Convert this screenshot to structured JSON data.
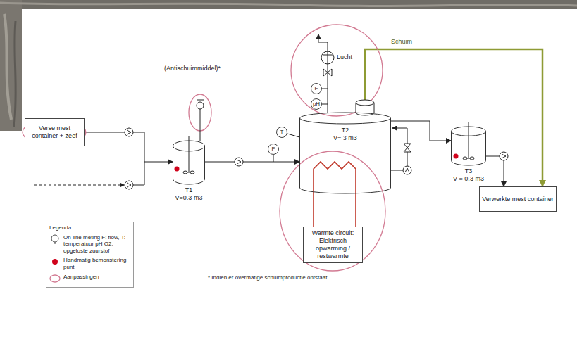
{
  "diagram": {
    "nodes": [
      {
        "text": [
          "Verse mest container + zeef"
        ]
      },
      {
        "text": [
          "T1",
          "V=0.3 m3"
        ]
      },
      {
        "text": [
          "F"
        ]
      },
      {
        "text": [
          "T"
        ]
      },
      {
        "text": [
          "F"
        ]
      },
      {
        "text": [
          "pH"
        ]
      },
      {
        "text": [
          "T2",
          "V= 3 m3"
        ]
      },
      {
        "text": [
          "Warmte circuit: Elektrisch opwarming / restwarmte"
        ]
      },
      {
        "text": [
          "T3",
          "V = 0.3 m3"
        ]
      },
      {
        "text": [
          "Verwerkte mest container"
        ]
      }
    ],
    "edges": [
      {
        "from": 0,
        "to": 1,
        "arrow": "to"
      },
      {
        "from": 1,
        "to": 6,
        "arrow": "to"
      },
      {
        "from": 6,
        "to": 8,
        "arrow": "to"
      },
      {
        "from": 8,
        "to": 9,
        "arrow": "to"
      },
      {
        "from": 6,
        "to": 9,
        "label": "Schuim",
        "arrow": "to"
      },
      {
        "from": 7,
        "to": 6,
        "arrow": "none"
      }
    ],
    "labels": [
      "(Antischuimmiddel)*",
      "Lucht",
      "Legenda:",
      "* Indien er overmatige schuimproductie ontstaat."
    ],
    "legend": [
      {
        "text": "On-line meting F: flow, T: temperatuur pH O2: opgeloste zuurstof"
      },
      {
        "text": "Handmatig bemonstering punt",
        "color": "#d0021b"
      },
      {
        "text": "Aanpassingen"
      }
    ]
  }
}
